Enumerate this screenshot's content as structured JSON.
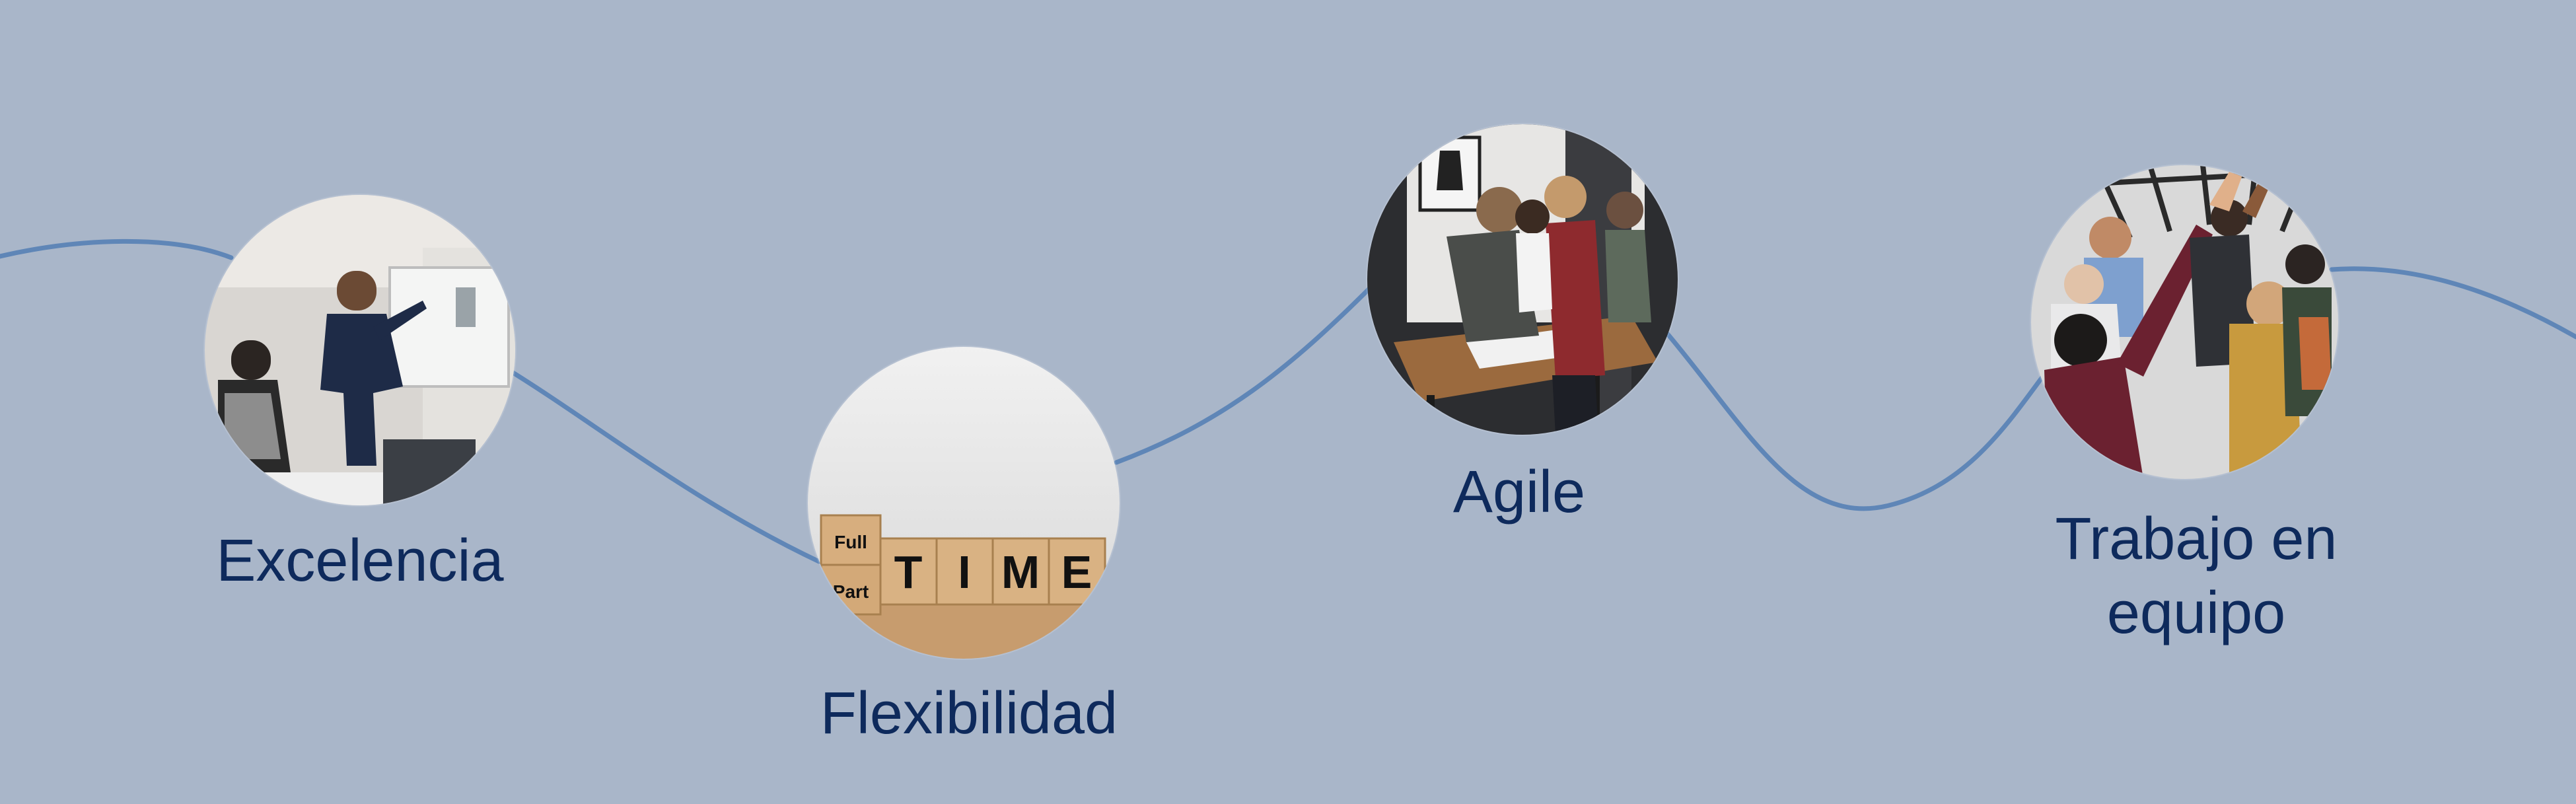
{
  "colors": {
    "background": "#a9b6c9",
    "curve": "#5f86b7",
    "label_text": "#0e2a5c"
  },
  "values": [
    {
      "label": "Excelencia",
      "image": "presentation-whiteboard-photo"
    },
    {
      "label": "Flexibilidad",
      "image": "wooden-blocks-full-part-time-photo",
      "blocks": {
        "top": "Full",
        "bottom": "Part",
        "word": [
          "T",
          "I",
          "M",
          "E"
        ]
      }
    },
    {
      "label": "Agile",
      "image": "team-meeting-around-table-photo"
    },
    {
      "label": "Trabajo en equipo",
      "image": "team-high-five-photo"
    }
  ]
}
